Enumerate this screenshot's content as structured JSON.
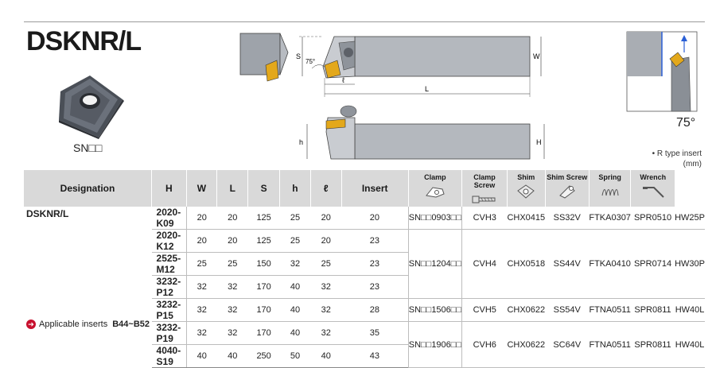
{
  "title": "DSKNR/L",
  "insert_code": "SN□□",
  "angle": "75°",
  "rtype_note": "• R type insert",
  "unit": "(mm)",
  "drawing_labels": {
    "S": "S",
    "W": "W",
    "L": "L",
    "l": "ℓ",
    "h": "h",
    "H": "H",
    "angle75": "75°"
  },
  "headers": [
    "Designation",
    "H",
    "W",
    "L",
    "S",
    "h",
    "ℓ",
    "Insert",
    "Clamp",
    "Clamp Screw",
    "Shim",
    "Shim Screw",
    "Spring",
    "Wrench"
  ],
  "series_name": "DSKNR/L",
  "rows": [
    {
      "code": "2020-K09",
      "H": "20",
      "W": "20",
      "L": "125",
      "S": "25",
      "h": "20",
      "l": "20"
    },
    {
      "code": "2020-K12",
      "H": "20",
      "W": "20",
      "L": "125",
      "S": "25",
      "h": "20",
      "l": "23"
    },
    {
      "code": "2525-M12",
      "H": "25",
      "W": "25",
      "L": "150",
      "S": "32",
      "h": "25",
      "l": "23"
    },
    {
      "code": "3232-P12",
      "H": "32",
      "W": "32",
      "L": "170",
      "S": "40",
      "h": "32",
      "l": "23"
    },
    {
      "code": "3232-P15",
      "H": "32",
      "W": "32",
      "L": "170",
      "S": "40",
      "h": "32",
      "l": "28"
    },
    {
      "code": "3232-P19",
      "H": "32",
      "W": "32",
      "L": "170",
      "S": "40",
      "h": "32",
      "l": "35"
    },
    {
      "code": "4040-S19",
      "H": "40",
      "W": "40",
      "L": "250",
      "S": "50",
      "h": "40",
      "l": "43"
    }
  ],
  "groups": [
    {
      "insert": "SN□□0903□□",
      "clamp": "CVH3",
      "clamp_screw": "CHX0415",
      "shim": "SS32V",
      "shim_screw": "FTKA0307",
      "spring": "SPR0510",
      "wrench": "HW25P"
    },
    {
      "insert": "SN□□1204□□",
      "clamp": "CVH4",
      "clamp_screw": "CHX0518",
      "shim": "SS44V",
      "shim_screw": "FTKA0410",
      "spring": "SPR0714",
      "wrench": "HW30P"
    },
    {
      "insert": "SN□□1506□□",
      "clamp": "CVH5",
      "clamp_screw": "CHX0622",
      "shim": "SS54V",
      "shim_screw": "FTNA0511",
      "spring": "SPR0811",
      "wrench": "HW40L"
    },
    {
      "insert": "SN□□1906□□",
      "clamp": "CVH6",
      "clamp_screw": "CHX0622",
      "shim": "SC64V",
      "shim_screw": "FTNA0511",
      "spring": "SPR0811",
      "wrench": "HW40L"
    }
  ],
  "footnote": {
    "label": "Applicable inserts",
    "range": "B44~B52"
  },
  "colors": {
    "accent": "#c8102e",
    "insert_gold": "#e3a81b",
    "header_bg": "#d9d9d9"
  }
}
